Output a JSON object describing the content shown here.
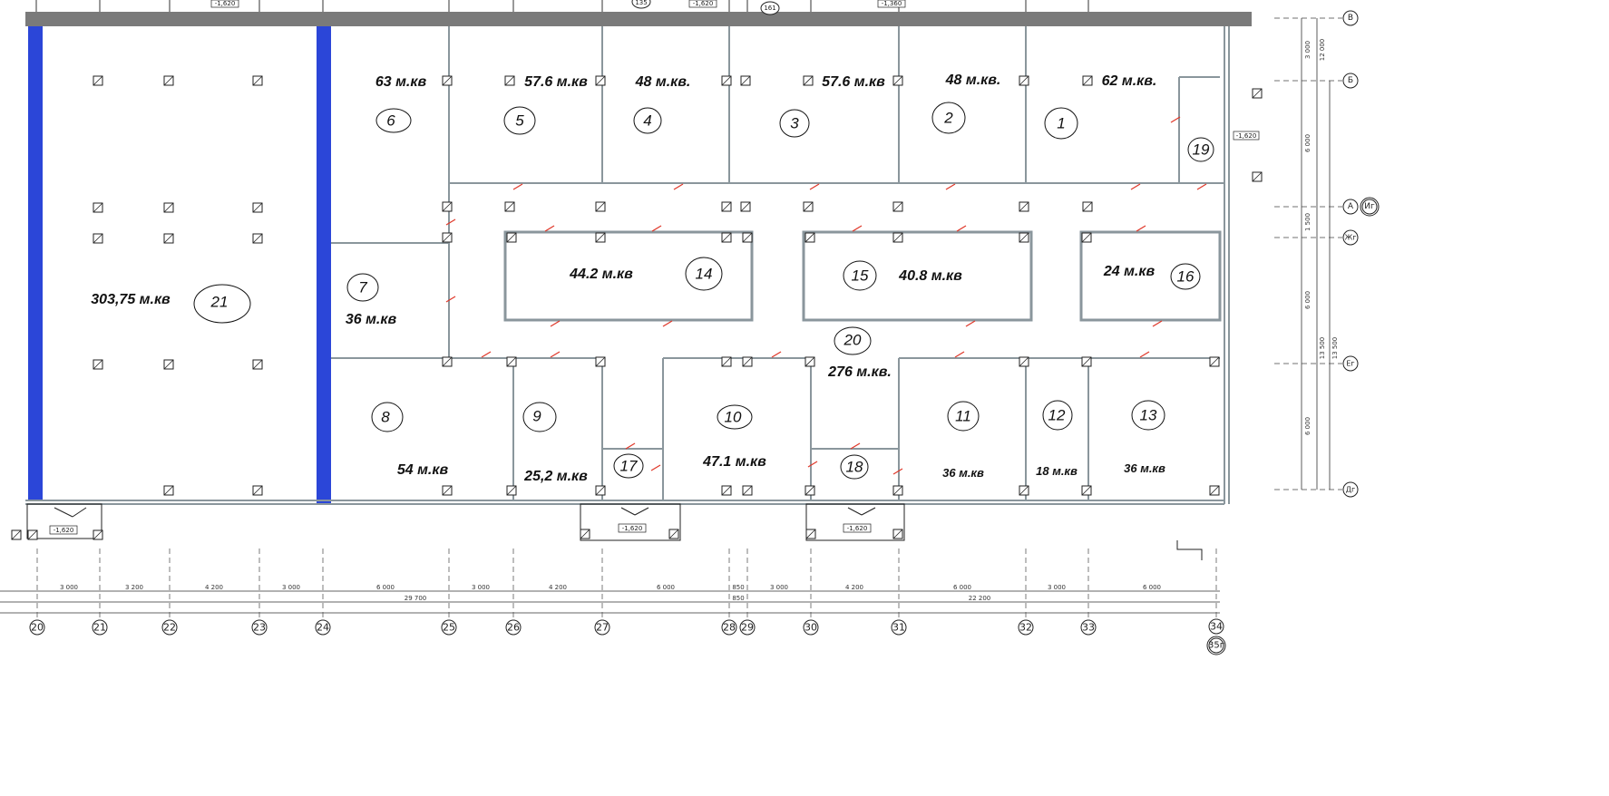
{
  "colors": {
    "wall": "#8a969c",
    "highlight": "#2b46d8",
    "top_band": "#7a7a7a",
    "door_mark": "#e0392b",
    "line": "#222222"
  },
  "rooms": [
    {
      "number": "1",
      "area": "62 м.кв."
    },
    {
      "number": "2",
      "area": "48 м.кв."
    },
    {
      "number": "3",
      "area": "57.6 м.кв"
    },
    {
      "number": "4",
      "area": "48 м.кв."
    },
    {
      "number": "5",
      "area": "57.6 м.кв"
    },
    {
      "number": "6",
      "area": "63 м.кв"
    },
    {
      "number": "7",
      "area": "36 м.кв"
    },
    {
      "number": "8",
      "area": "54 м.кв"
    },
    {
      "number": "9",
      "area": "25,2 м.кв"
    },
    {
      "number": "10",
      "area": "47.1 м.кв"
    },
    {
      "number": "11",
      "area": "36 м.кв"
    },
    {
      "number": "12",
      "area": "18 м.кв"
    },
    {
      "number": "13",
      "area": "36 м.кв"
    },
    {
      "number": "14",
      "area": "44.2 м.кв"
    },
    {
      "number": "15",
      "area": "40.8 м.кв"
    },
    {
      "number": "16",
      "area": "24 м.кв"
    },
    {
      "number": "17",
      "area": ""
    },
    {
      "number": "18",
      "area": ""
    },
    {
      "number": "19",
      "area": ""
    },
    {
      "number": "20",
      "area": "276 м.кв."
    },
    {
      "number": "21",
      "area": "303,75 м.кв"
    }
  ],
  "axes_bottom": [
    "20",
    "21",
    "22",
    "23",
    "24",
    "25",
    "26",
    "27",
    "28",
    "29",
    "30",
    "31",
    "32",
    "33",
    "34"
  ],
  "axis_extra": "35г",
  "axes_right": [
    "В",
    "Б",
    "А",
    "Иг",
    "Жг",
    "Ег",
    "Дг"
  ],
  "dimensions_bottom": [
    "3 000",
    "3 200",
    "4 200",
    "3 000",
    "6 000",
    "3 000",
    "4 200",
    "6 000",
    "850",
    "3 000",
    "4 200",
    "6 000",
    "3 000",
    "6 000"
  ],
  "dimensions_totals": [
    "29 700",
    "850",
    "22 200"
  ],
  "dimensions_right": [
    "3 000",
    "12 000",
    "6 000",
    "1 500",
    "6 000",
    "13 500",
    "13 500",
    "6 000"
  ],
  "level_marks": [
    "-1,620",
    "-1,620",
    "-1,620",
    "-1,620",
    "-1,360",
    "-1,620",
    "-1,620"
  ],
  "top_cut_labels": [
    "161",
    "135"
  ]
}
